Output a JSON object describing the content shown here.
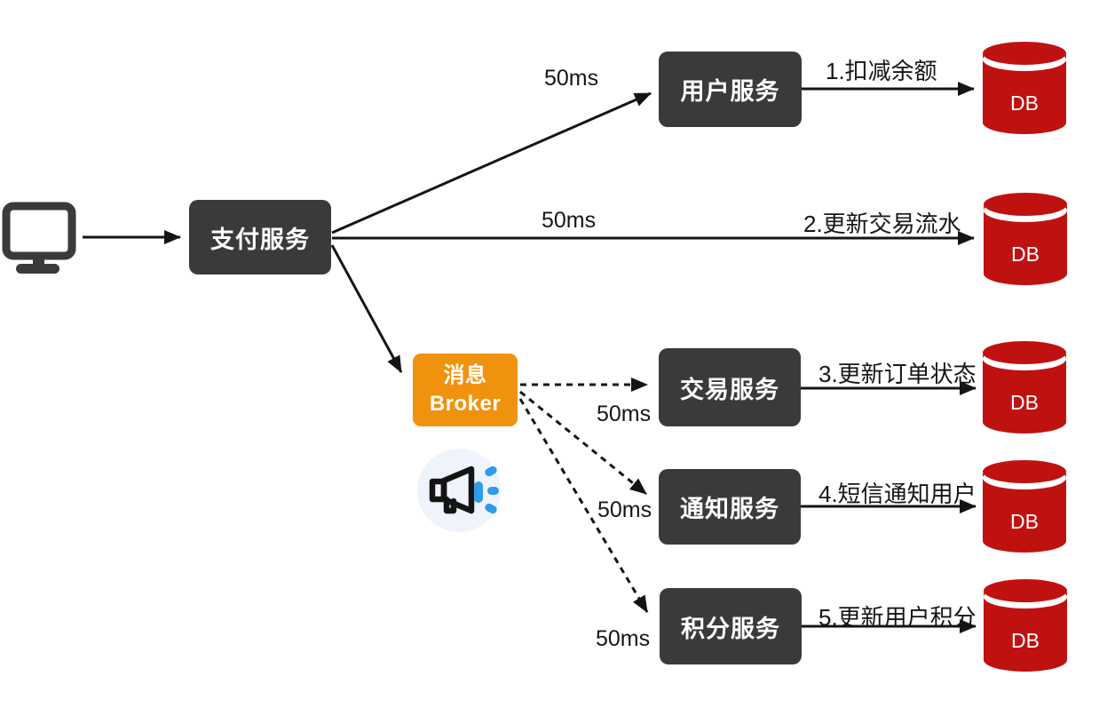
{
  "diagram": {
    "title": "payment-async-notification-flow",
    "colors": {
      "service_box": "#3a3a3c",
      "broker_box": "#f1920f",
      "db_red": "#c01111",
      "accent_blue": "#2f9bea",
      "icon_circle_bg": "#eff3fb",
      "text_on_dark": "#ffffff",
      "line_black": "#141414"
    },
    "nodes": {
      "client": {
        "icon": "monitor-icon"
      },
      "payment_service": {
        "label": "支付服务"
      },
      "user_service": {
        "label": "用户服务"
      },
      "message_broker": {
        "label_line1": "消息",
        "label_line2": "Broker"
      },
      "trade_service": {
        "label": "交易服务"
      },
      "notify_service": {
        "label": "通知服务"
      },
      "points_service": {
        "label": "积分服务"
      }
    },
    "databases": {
      "label": "DB",
      "count": 5
    },
    "latency_labels": [
      "50ms",
      "50ms",
      "50ms",
      "50ms",
      "50ms"
    ],
    "step_labels": [
      "1.扣减余额",
      "2.更新交易流水",
      "3.更新订单状态",
      "4.短信通知用户",
      "5.更新用户积分"
    ]
  }
}
